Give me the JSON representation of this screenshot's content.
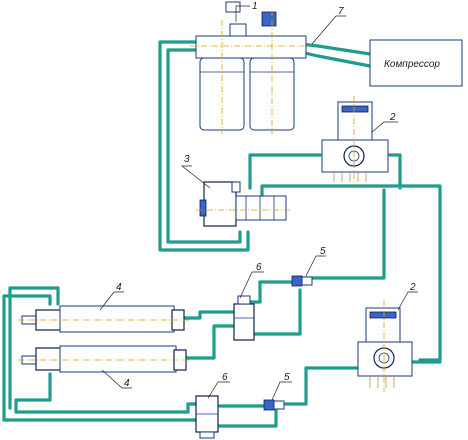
{
  "compressor": {
    "label": "Компрессор"
  },
  "callouts": [
    "1",
    "2",
    "3",
    "4",
    "5",
    "6",
    "7"
  ],
  "colors": {
    "pipe": "#1f9c8c",
    "outline": "#1a3a80",
    "axis": "#d9a400"
  }
}
